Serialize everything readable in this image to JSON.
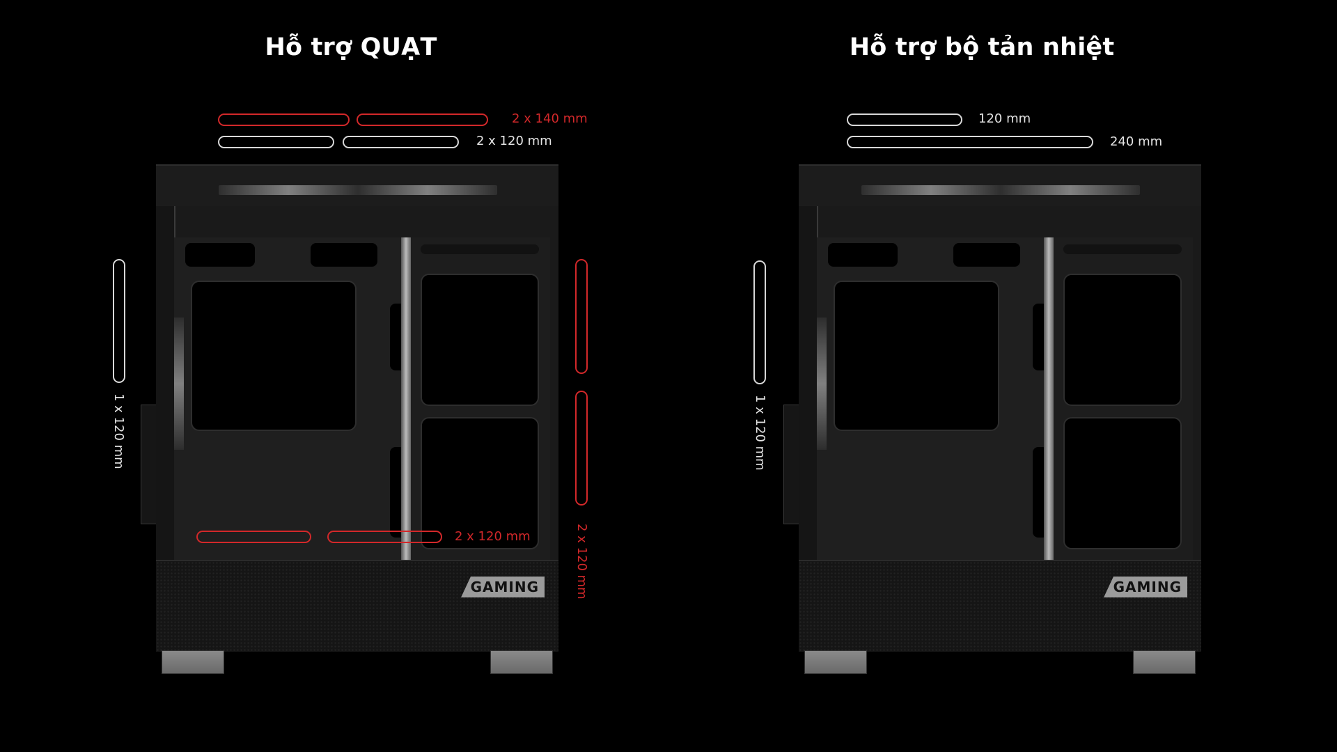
{
  "panels": [
    {
      "title": "Hỗ trợ QUẠT",
      "top_labels": [
        {
          "text": "2 x 140 mm",
          "color": "#d3282a"
        },
        {
          "text": "2 x 120 mm",
          "color": "#e4e4e4"
        }
      ],
      "side_left_label": {
        "text": "1 x 120 mm",
        "color": "#e4e4e4"
      },
      "side_right_label": {
        "text": "2 x 120 mm",
        "color": "#d3282a"
      },
      "bottom_label": {
        "text": "2 x 120 mm",
        "color": "#d3282a"
      },
      "badge": "GAMING"
    },
    {
      "title": "Hỗ trợ bộ tản nhiệt",
      "top_labels": [
        {
          "text": "120 mm",
          "color": "#e4e4e4"
        },
        {
          "text": "240 mm",
          "color": "#e4e4e4"
        }
      ],
      "side_left_label": {
        "text": "1 x 120 mm",
        "color": "#e4e4e4"
      },
      "badge": "GAMING"
    }
  ],
  "colors": {
    "background": "#000000",
    "accent_red": "#d3282a",
    "outline_white": "#d8d8d8"
  }
}
